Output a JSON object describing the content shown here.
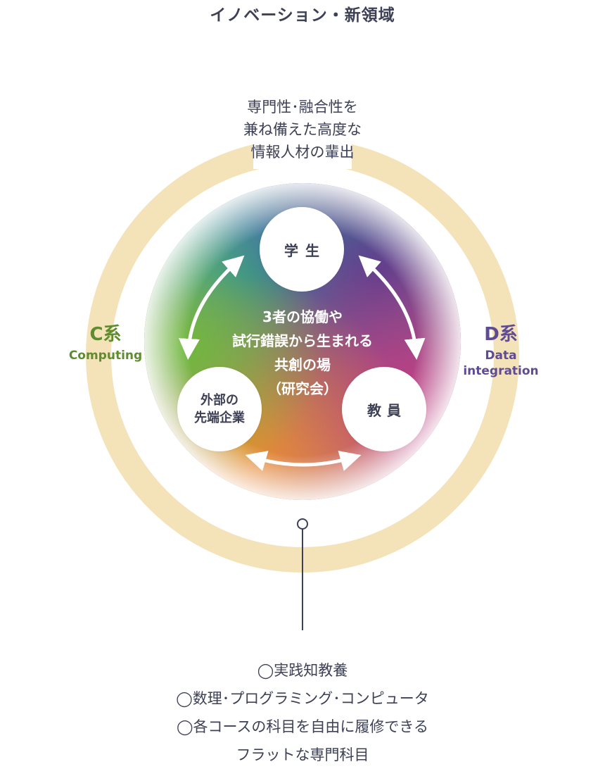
{
  "title": "イノベーション・新領域",
  "outcome": {
    "lines": [
      "専門性･融合性を",
      "兼ね備えた高度な",
      "情報人材の輩出"
    ]
  },
  "left_domain": {
    "letter": "C系",
    "label": "Computing",
    "color": "#5e8c2e"
  },
  "right_domain": {
    "letter": "D系",
    "label_line1": "Data",
    "label_line2": "integration",
    "color": "#5e4b93"
  },
  "center": {
    "lines": [
      "3者の協働や",
      "試行錯誤から生まれる",
      "共創の場",
      "（研究会）"
    ]
  },
  "nodes": {
    "student": "学生",
    "faculty": "教員",
    "company_line1": "外部の",
    "company_line2": "先端企業"
  },
  "curriculum": {
    "lines": [
      "◯実践知教養",
      "◯数理･プログラミング･コンピュータ",
      "◯各コースの科目を自由に履修できる",
      "フラットな専門科目"
    ]
  },
  "colors": {
    "ring": "#f4e2b8",
    "text": "#3e4156",
    "connector": "#3e4156"
  }
}
